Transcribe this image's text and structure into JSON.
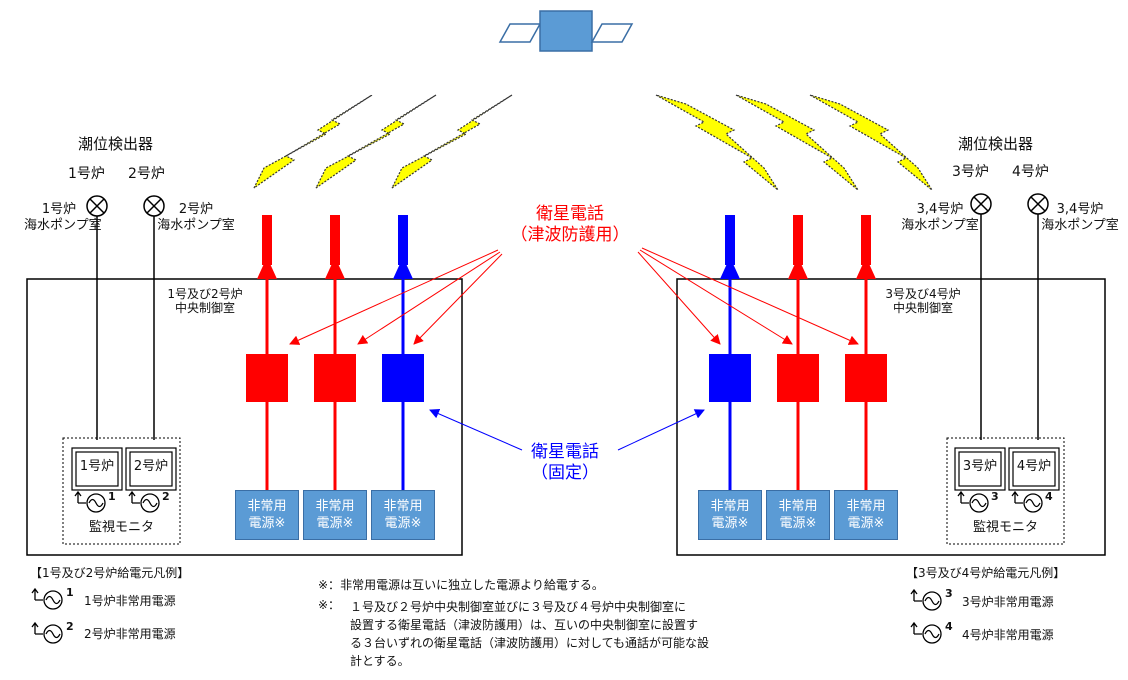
{
  "satellite": {
    "icon": "satellite-icon"
  },
  "colors": {
    "red": "#ff0000",
    "blue": "#0000ff",
    "lightning": "#ffff00",
    "power_box": "#5b9bd5"
  },
  "left": {
    "detector_title": "潮位検出器",
    "units": [
      {
        "unit": "1号炉",
        "location_line1": "1号炉",
        "location_line2": "海水ポンプ室"
      },
      {
        "unit": "2号炉",
        "location_line1": "2号炉",
        "location_line2": "海水ポンプ室"
      }
    ],
    "room_line1": "1号及び2号炉",
    "room_line2": "中央制御室",
    "monitor_units": [
      "1号炉",
      "2号炉"
    ],
    "source_marks": [
      "1",
      "2"
    ],
    "monitor_label": "監視モニタ",
    "power_boxes": [
      {
        "line1": "非常用",
        "line2": "電源※"
      },
      {
        "line1": "非常用",
        "line2": "電源※"
      },
      {
        "line1": "非常用",
        "line2": "電源※"
      }
    ]
  },
  "right": {
    "detector_title": "潮位検出器",
    "units": [
      {
        "unit": "3号炉",
        "location_line1": "3,4号炉",
        "location_line2": "海水ポンプ室"
      },
      {
        "unit": "4号炉",
        "location_line1": "3,4号炉",
        "location_line2": "海水ポンプ室"
      }
    ],
    "room_line1": "3号及び4号炉",
    "room_line2": "中央制御室",
    "monitor_units": [
      "3号炉",
      "4号炉"
    ],
    "source_marks": [
      "3",
      "4"
    ],
    "monitor_label": "監視モニタ",
    "power_boxes": [
      {
        "line1": "非常用",
        "line2": "電源※"
      },
      {
        "line1": "非常用",
        "line2": "電源※"
      },
      {
        "line1": "非常用",
        "line2": "電源※"
      }
    ]
  },
  "labels": {
    "tsunami_line1": "衛星電話",
    "tsunami_line2": "（津波防護用）",
    "fixed_line1": "衛星電話",
    "fixed_line2": "（固定）"
  },
  "legend_left": {
    "title": "【1号及び2号炉給電元凡例】",
    "items": [
      {
        "mark": "1",
        "text": "1号炉非常用電源"
      },
      {
        "mark": "2",
        "text": "2号炉非常用電源"
      }
    ]
  },
  "legend_right": {
    "title": "【3号及び4号炉給電元凡例】",
    "items": [
      {
        "mark": "3",
        "text": "3号炉非常用電源"
      },
      {
        "mark": "4",
        "text": "4号炉非常用電源"
      }
    ]
  },
  "notes": {
    "note1_mark": "※：",
    "note1_text": "非常用電源は互いに独立した電源より給電する。",
    "note2_mark": "※：",
    "note2_line1": "１号及び２号炉中央制御室並びに３号及び４号炉中央制御室に",
    "note2_line2": "設置する衛星電話（津波防護用）は、互いの中央制御室に設置す",
    "note2_line3": "る３台いずれの衛星電話（津波防護用）に対しても通話が可能な設",
    "note2_line4": "計とする。"
  }
}
